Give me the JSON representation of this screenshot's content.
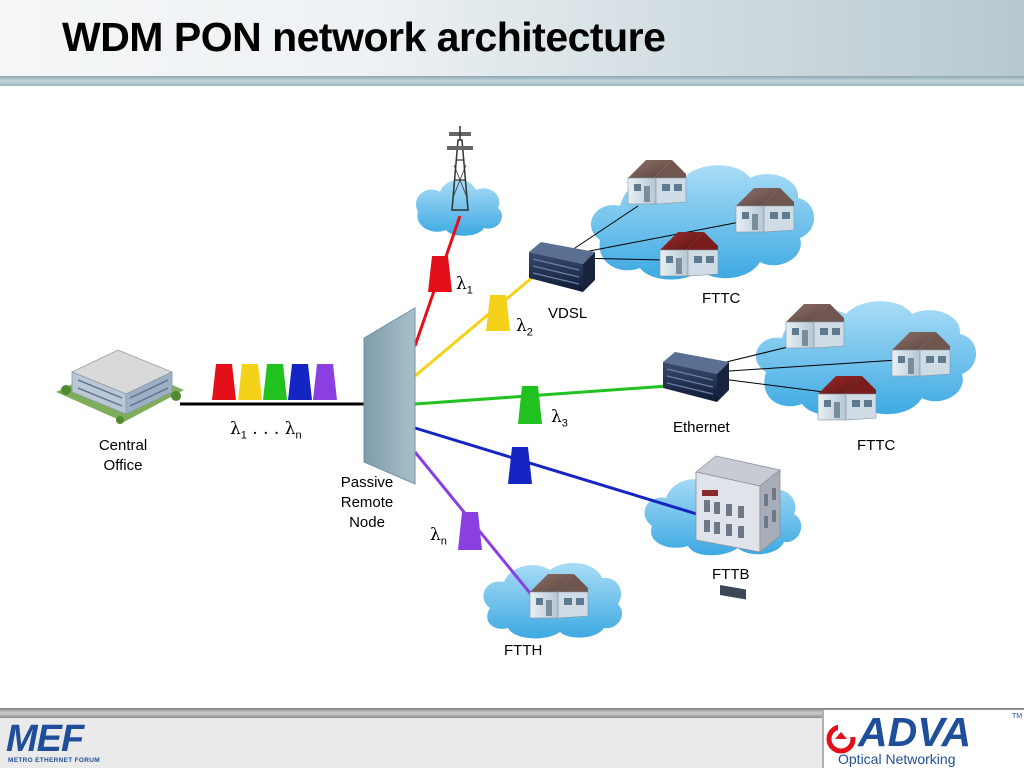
{
  "slide": {
    "title": "WDM PON network architecture"
  },
  "nodes": {
    "central_office_line1": "Central",
    "central_office_line2": "Office",
    "remote_node_line1": "Passive",
    "remote_node_line2": "Remote",
    "remote_node_line3": "Node",
    "vdsl": "VDSL",
    "ethernet": "Ethernet",
    "fttc_top": "FTTC",
    "fttc_mid": "FTTC",
    "fttb": "FTTB",
    "ftth": "FTTH"
  },
  "wavelengths": {
    "symbol": "λ",
    "w1": "1",
    "w2": "2",
    "w3": "3",
    "wn": "n",
    "range_dots": " . . . "
  },
  "colors": {
    "red": "#e3101a",
    "yellow": "#f5d21a",
    "green": "#21c21f",
    "blue": "#1525c4",
    "purple": "#8a3fe0",
    "cloud": "#3fb0e8",
    "node": "#8eaab8",
    "brand": "#1f4e9a"
  },
  "footer": {
    "mef_logo": "MEF",
    "mef_tagline": "METRO ETHERNET FORUM",
    "adva_logo": "ADVA",
    "adva_tm": "TM",
    "adva_tagline": "Optical Networking"
  }
}
